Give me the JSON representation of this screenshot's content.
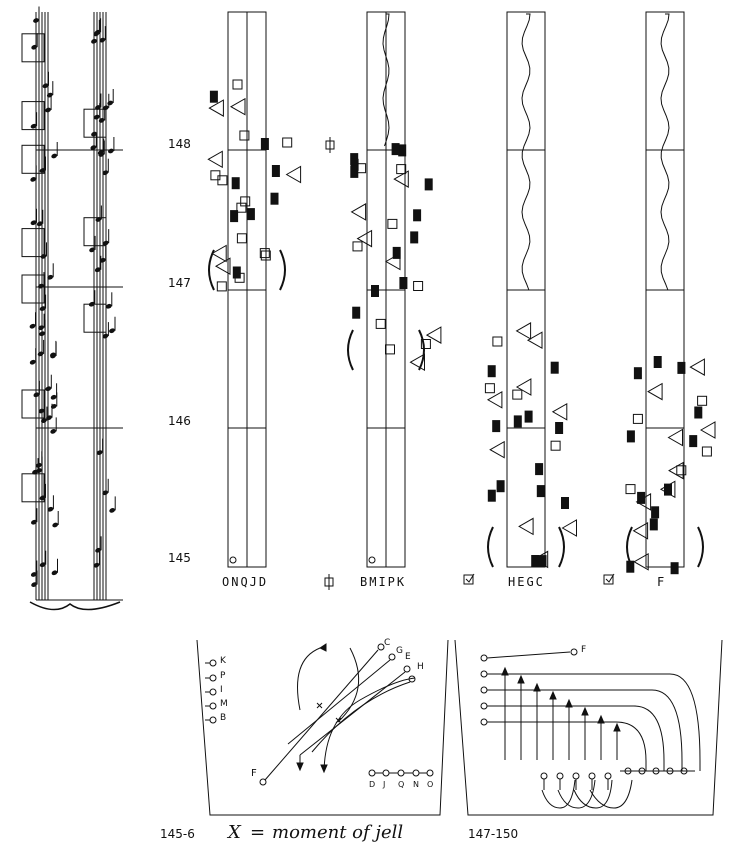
{
  "measures": [
    "148",
    "147",
    "146",
    "145"
  ],
  "groups": [
    "ONQJD",
    "BMIPK",
    "HEGC",
    "F"
  ],
  "left_diagram": {
    "range": "145-6",
    "legend_letters": [
      "K",
      "P",
      "I",
      "M",
      "B"
    ],
    "end_letters_top": [
      "C",
      "G",
      "E",
      "H"
    ],
    "end_letter_left": "F",
    "bottom_letters": [
      "D",
      "J",
      "Q",
      "N",
      "O"
    ]
  },
  "right_diagram": {
    "range": "147-150",
    "top_letter": "F"
  },
  "caption": {
    "symbol": "X",
    "equals": "=",
    "text": "moment of jell"
  }
}
